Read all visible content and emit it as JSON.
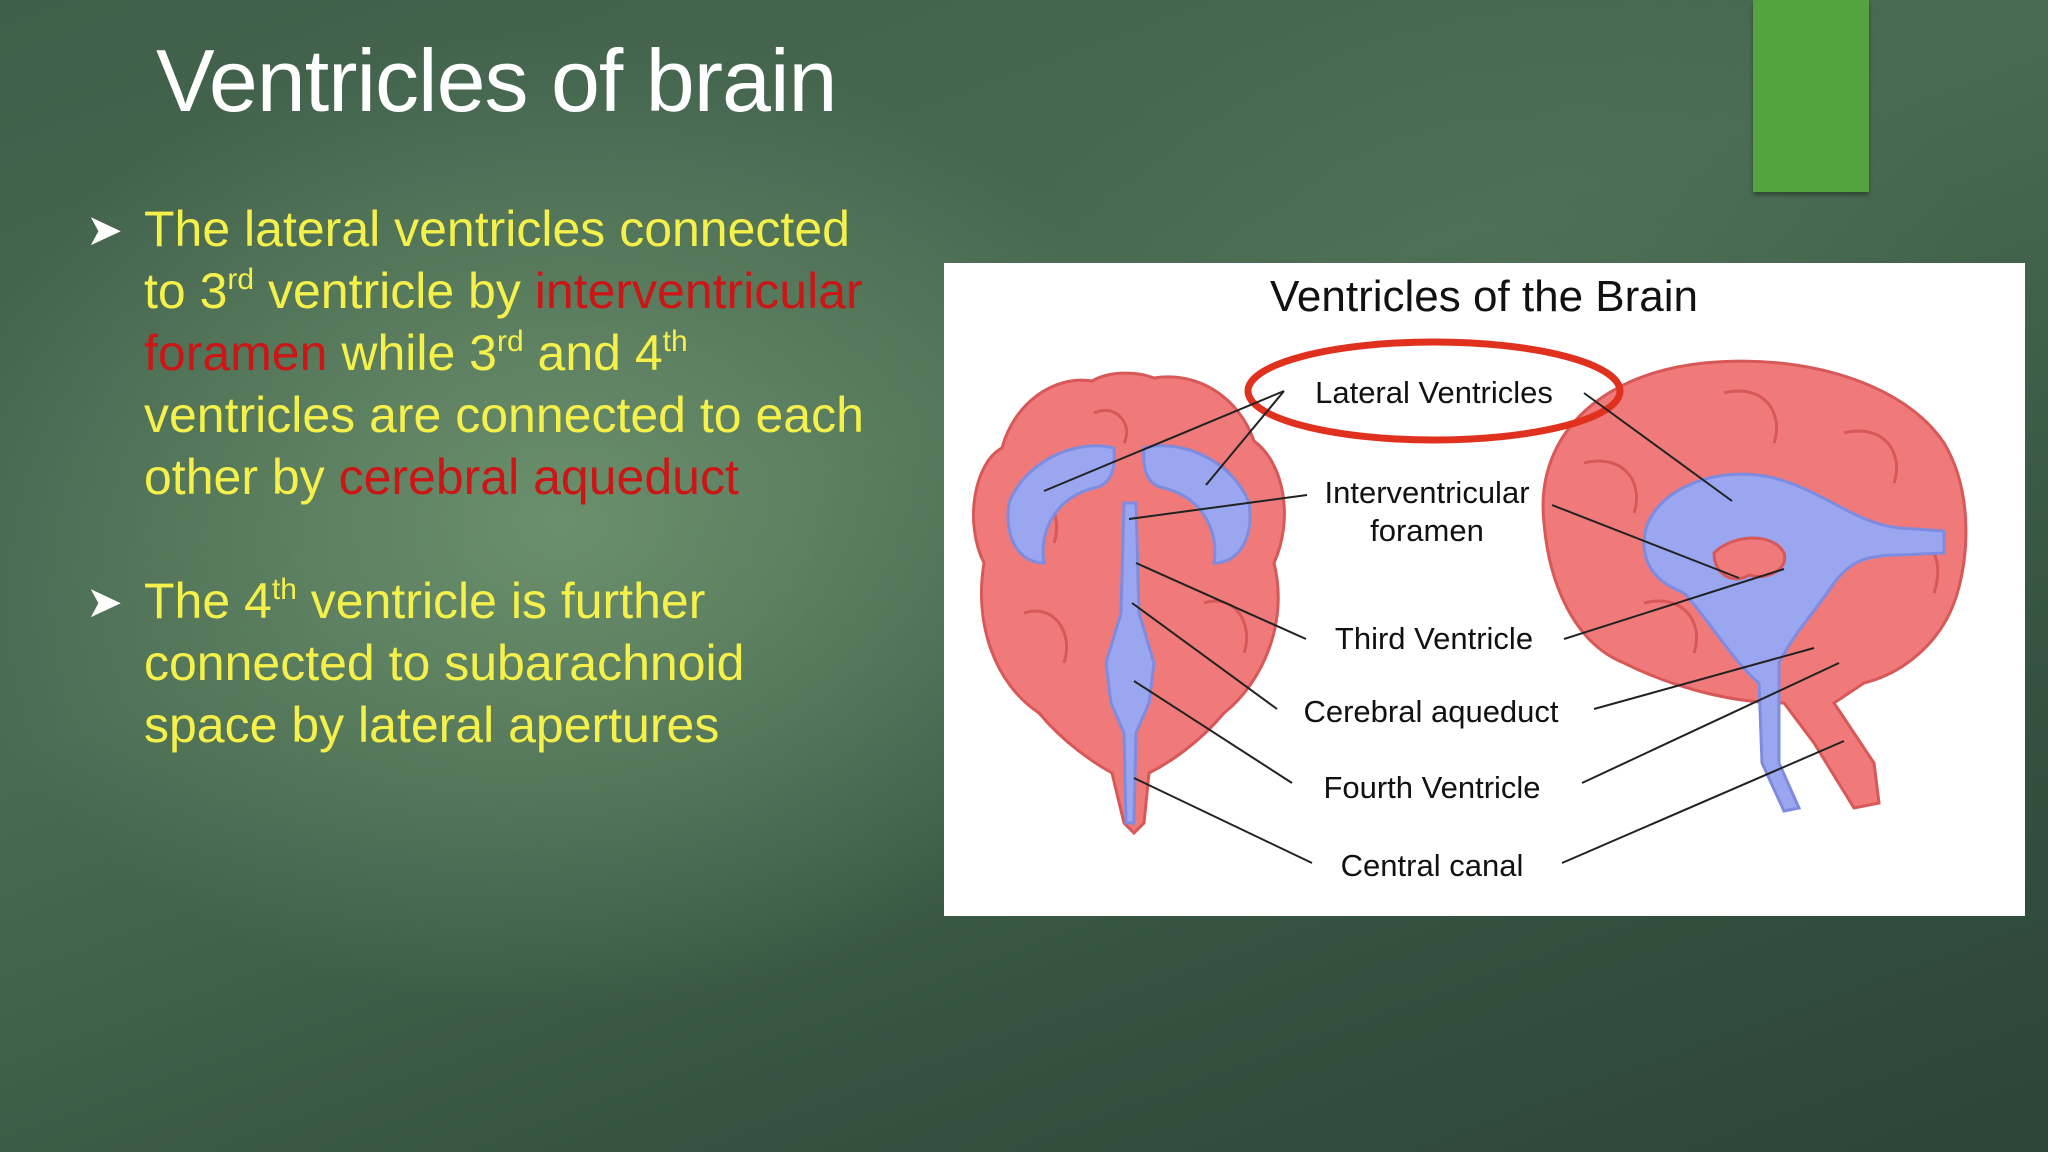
{
  "slide": {
    "title": "Ventricles of brain",
    "accent_color": "#53a33f",
    "text_color": "#f5f04a",
    "highlight_color": "#cc1515"
  },
  "bullets": [
    {
      "icon": "arrowhead-bullet-icon",
      "p1": "The lateral ventricles connected to 3",
      "s1": "rd",
      "p2": " ventricle by ",
      "r1": "interventricular foramen",
      "p3": " while 3",
      "s2": "rd",
      "p4": " and 4",
      "s3": "th",
      "p5": " ventricles are connected to each other by ",
      "r2": "cerebral aqueduct"
    },
    {
      "icon": "arrowhead-bullet-icon",
      "p1": "The 4",
      "s1": "th",
      "p2": " ventricle is further connected to subarachnoid space by lateral apertures"
    }
  ],
  "figure": {
    "title": "Ventricles of the Brain",
    "labels": {
      "lateral": "Lateral Ventricles",
      "inter1": "Interventricular",
      "inter2": "foramen",
      "third": "Third Ventricle",
      "aqueduct": "Cerebral aqueduct",
      "fourth": "Fourth Ventricle",
      "canal": "Central canal"
    },
    "colors": {
      "brain": "#f07a7a",
      "ventricle": "#9aa6f0",
      "circle": "#e0301e"
    }
  }
}
